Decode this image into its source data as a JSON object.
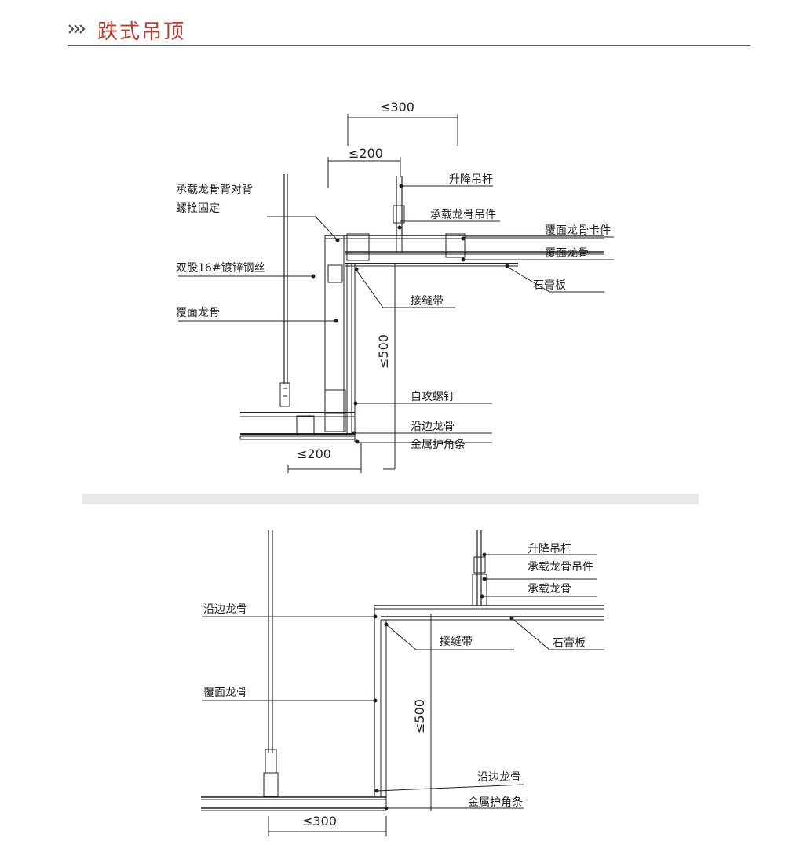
{
  "header": {
    "title": "跌式吊顶",
    "chevrons_icon": "double-chevron-right-icon",
    "accent_color": "#c0392b"
  },
  "diagram1": {
    "dims": {
      "top_300": "≤300",
      "top_200": "≤200",
      "vertical_500": "≤500",
      "bottom_200": "≤200"
    },
    "labels": {
      "bolt_fix_line1": "承载龙骨背对背",
      "bolt_fix_line2": "螺拴固定",
      "wire": "双股16#镀锌钢丝",
      "cover_keel_left": "覆面龙骨",
      "lift_rod": "升降吊杆",
      "main_keel_hanger": "承载龙骨吊件",
      "cover_keel_clip": "覆面龙骨卡件",
      "cover_keel_right": "覆面龙骨",
      "gypsum_board": "石膏板",
      "joint_tape": "接缝带",
      "self_tapping_screw": "自攻螺钉",
      "edge_keel": "沿边龙骨",
      "metal_corner_strip": "金属护角条"
    }
  },
  "diagram2": {
    "dims": {
      "vertical_500": "≤500",
      "bottom_300": "≤300"
    },
    "labels": {
      "lift_rod": "升降吊杆",
      "main_keel_hanger": "承载龙骨吊件",
      "main_keel": "承载龙骨",
      "edge_keel_top": "沿边龙骨",
      "joint_tape": "接缝带",
      "gypsum_board": "石膏板",
      "cover_keel": "覆面龙骨",
      "edge_keel_bottom": "沿边龙骨",
      "metal_corner_strip": "金属护角条"
    }
  }
}
